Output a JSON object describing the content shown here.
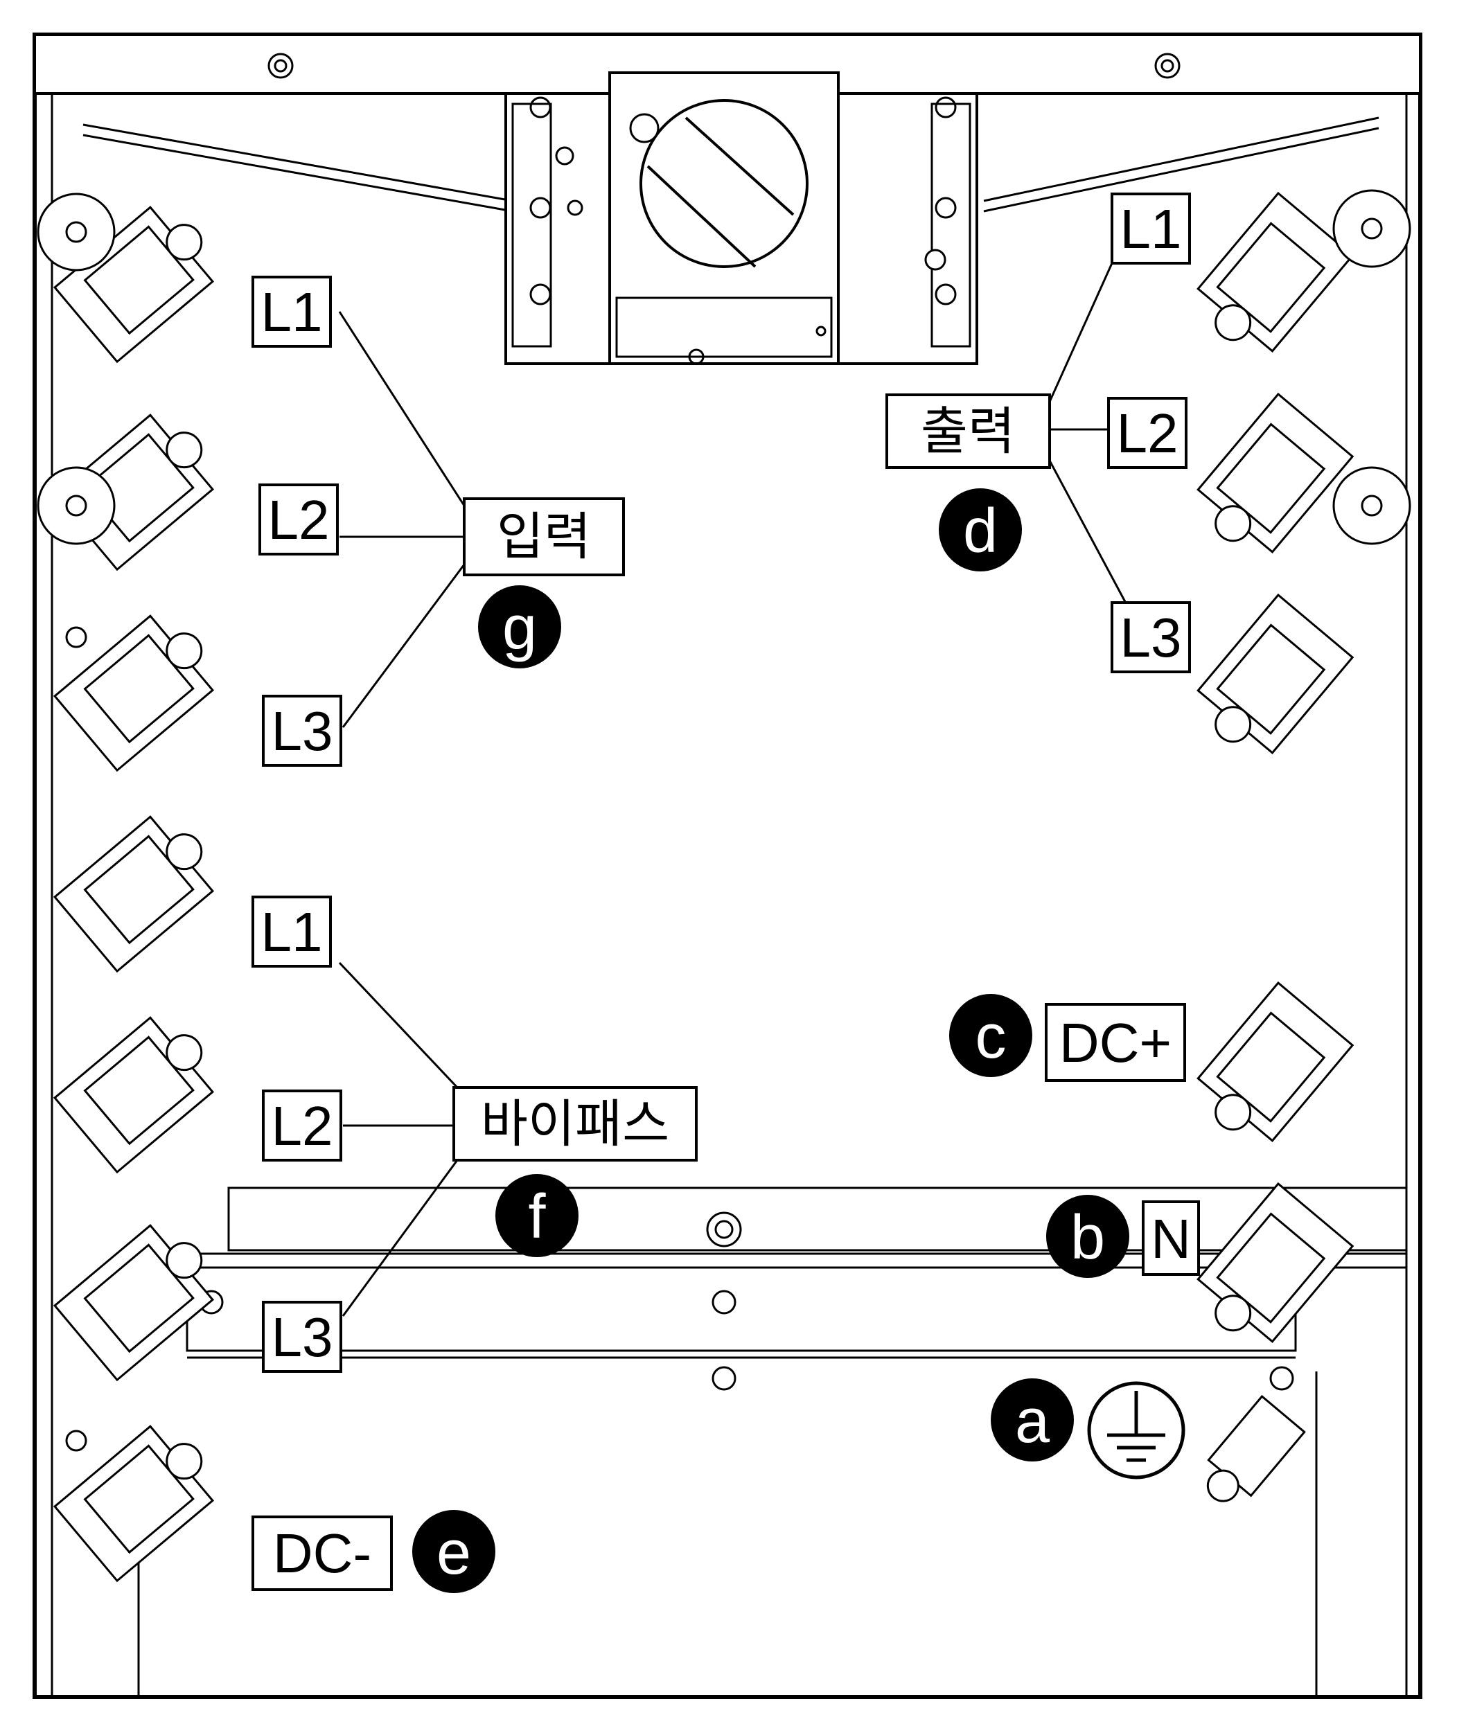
{
  "groups": {
    "input": {
      "title": "입력",
      "badge": "g",
      "phases": [
        "L1",
        "L2",
        "L3"
      ]
    },
    "output": {
      "title": "출력",
      "badge": "d",
      "phases": [
        "L1",
        "L2",
        "L3"
      ]
    },
    "bypass": {
      "title": "바이패스",
      "badge": "f",
      "phases": [
        "L1",
        "L2",
        "L3"
      ]
    }
  },
  "terminals": {
    "dc_plus": {
      "label": "DC+",
      "badge": "c"
    },
    "neutral": {
      "label": "N",
      "badge": "b"
    },
    "ground": {
      "badge": "a",
      "symbol": "ground-symbol"
    },
    "dc_minus": {
      "label": "DC-",
      "badge": "e"
    }
  }
}
